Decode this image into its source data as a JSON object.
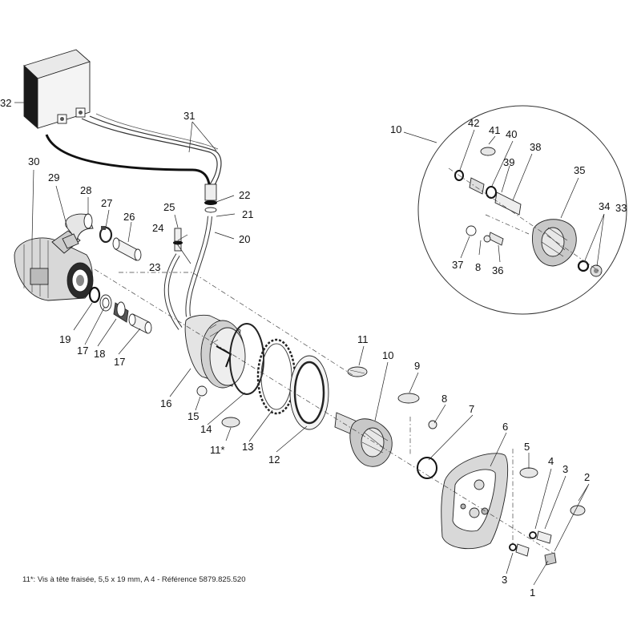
{
  "callouts": [
    {
      "id": "1",
      "label": "1"
    },
    {
      "id": "2",
      "label": "2"
    },
    {
      "id": "3a",
      "label": "3"
    },
    {
      "id": "3b",
      "label": "3"
    },
    {
      "id": "4",
      "label": "4"
    },
    {
      "id": "5",
      "label": "5"
    },
    {
      "id": "6",
      "label": "6"
    },
    {
      "id": "7",
      "label": "7"
    },
    {
      "id": "8a",
      "label": "8"
    },
    {
      "id": "8b",
      "label": "8"
    },
    {
      "id": "9",
      "label": "9"
    },
    {
      "id": "10a",
      "label": "10"
    },
    {
      "id": "10b",
      "label": "10"
    },
    {
      "id": "11a",
      "label": "11"
    },
    {
      "id": "11b",
      "label": "11*"
    },
    {
      "id": "12",
      "label": "12"
    },
    {
      "id": "13",
      "label": "13"
    },
    {
      "id": "14",
      "label": "14"
    },
    {
      "id": "15",
      "label": "15"
    },
    {
      "id": "16",
      "label": "16"
    },
    {
      "id": "17a",
      "label": "17"
    },
    {
      "id": "17b",
      "label": "17"
    },
    {
      "id": "18",
      "label": "18"
    },
    {
      "id": "19",
      "label": "19"
    },
    {
      "id": "20",
      "label": "20"
    },
    {
      "id": "21",
      "label": "21"
    },
    {
      "id": "22",
      "label": "22"
    },
    {
      "id": "23",
      "label": "23"
    },
    {
      "id": "24",
      "label": "24"
    },
    {
      "id": "25",
      "label": "25"
    },
    {
      "id": "26",
      "label": "26"
    },
    {
      "id": "27",
      "label": "27"
    },
    {
      "id": "28",
      "label": "28"
    },
    {
      "id": "29",
      "label": "29"
    },
    {
      "id": "30",
      "label": "30"
    },
    {
      "id": "31",
      "label": "31"
    },
    {
      "id": "32",
      "label": "32"
    },
    {
      "id": "33",
      "label": "33"
    },
    {
      "id": "34",
      "label": "34"
    },
    {
      "id": "35",
      "label": "35"
    },
    {
      "id": "36",
      "label": "36"
    },
    {
      "id": "37",
      "label": "37"
    },
    {
      "id": "38",
      "label": "38"
    },
    {
      "id": "39",
      "label": "39"
    },
    {
      "id": "40",
      "label": "40"
    },
    {
      "id": "41",
      "label": "41"
    },
    {
      "id": "42",
      "label": "42"
    }
  ],
  "footnote": "11*: Vis à tête fraisée, 5,5 x 19 mm, A 4 - Référence 5879.825.520"
}
